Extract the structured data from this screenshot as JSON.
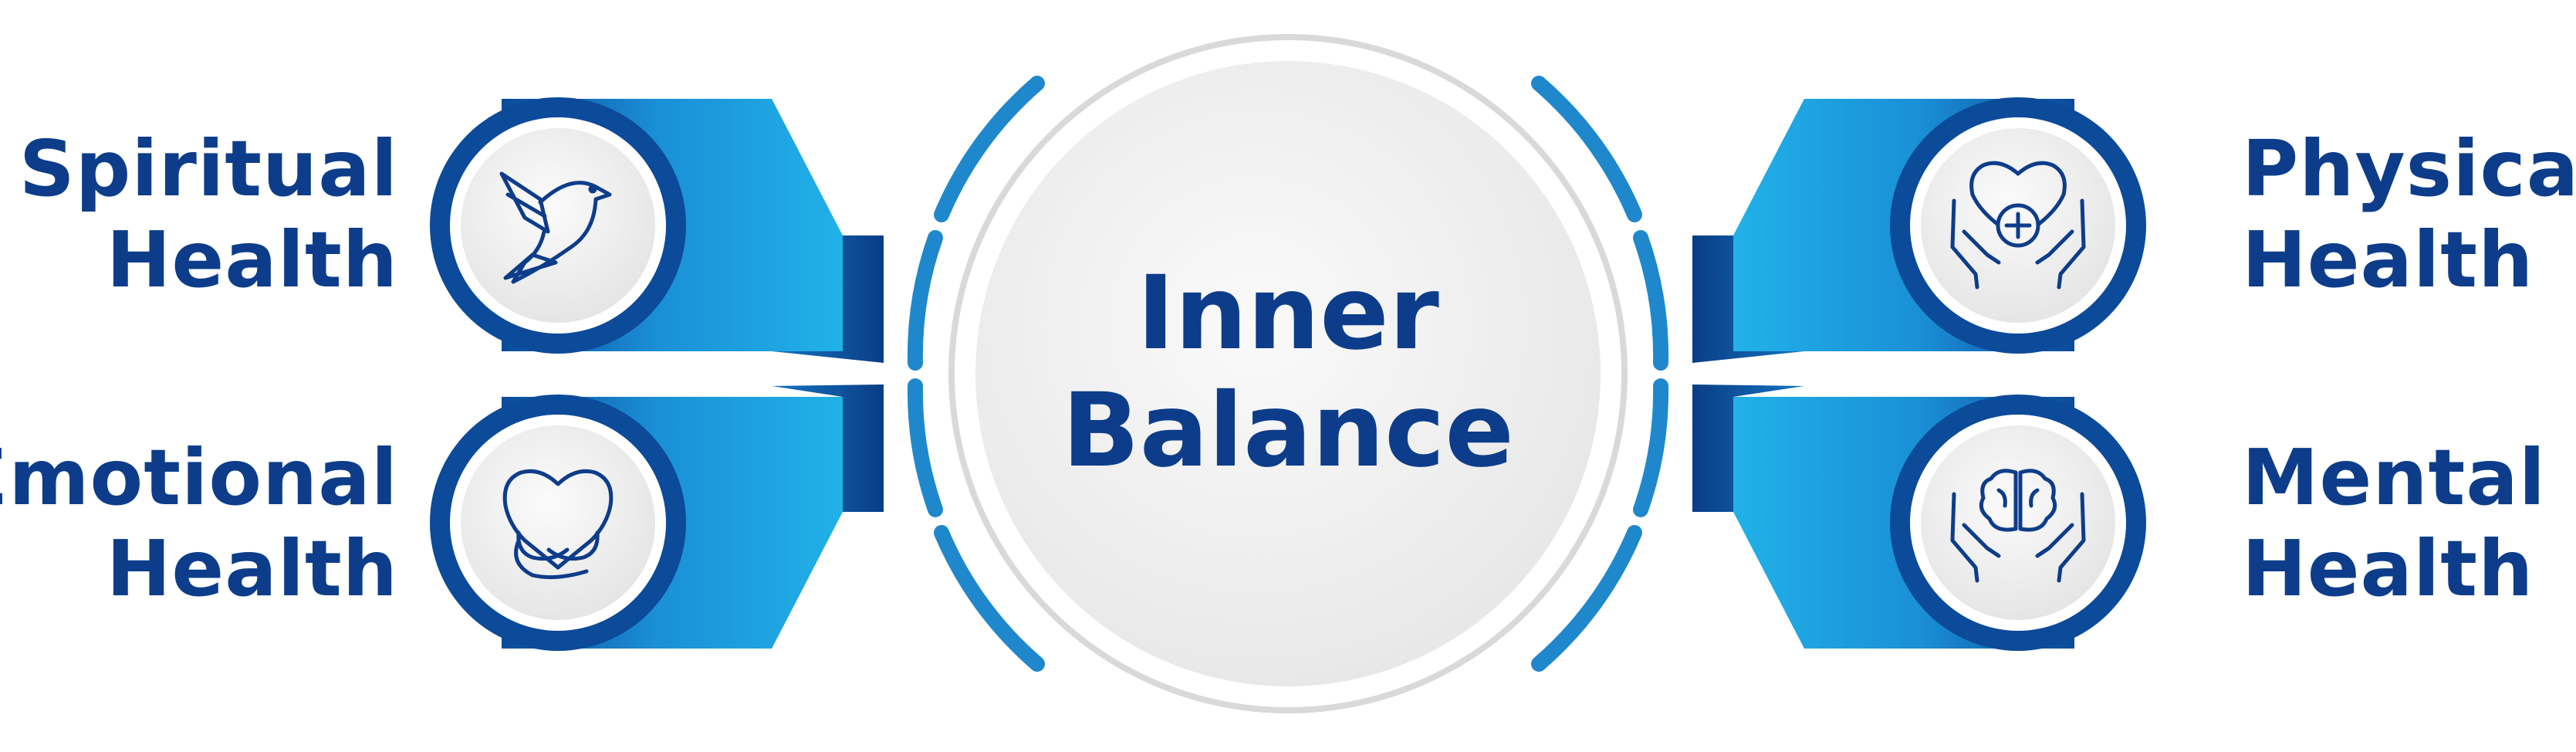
{
  "center": {
    "line1": "Inner",
    "line2": "Balance"
  },
  "items": [
    {
      "id": "spiritual",
      "line1": "Spiritual",
      "line2": "Health",
      "icon": "dove-icon"
    },
    {
      "id": "emotional",
      "line1": "Emotional",
      "line2": "Health",
      "icon": "hugging-heart-icon"
    },
    {
      "id": "physical",
      "line1": "Physical",
      "line2": "Health",
      "icon": "hands-heart-plus-icon"
    },
    {
      "id": "mental",
      "line1": "Mental",
      "line2": "Health",
      "icon": "hands-brain-icon"
    }
  ],
  "colors": {
    "text": "#0d3d8a",
    "ribbon_light": "#21b1e8",
    "ribbon_dark": "#0c4a9a",
    "arc": "#1f88cc",
    "circle_fill": "#f2f2f2"
  }
}
